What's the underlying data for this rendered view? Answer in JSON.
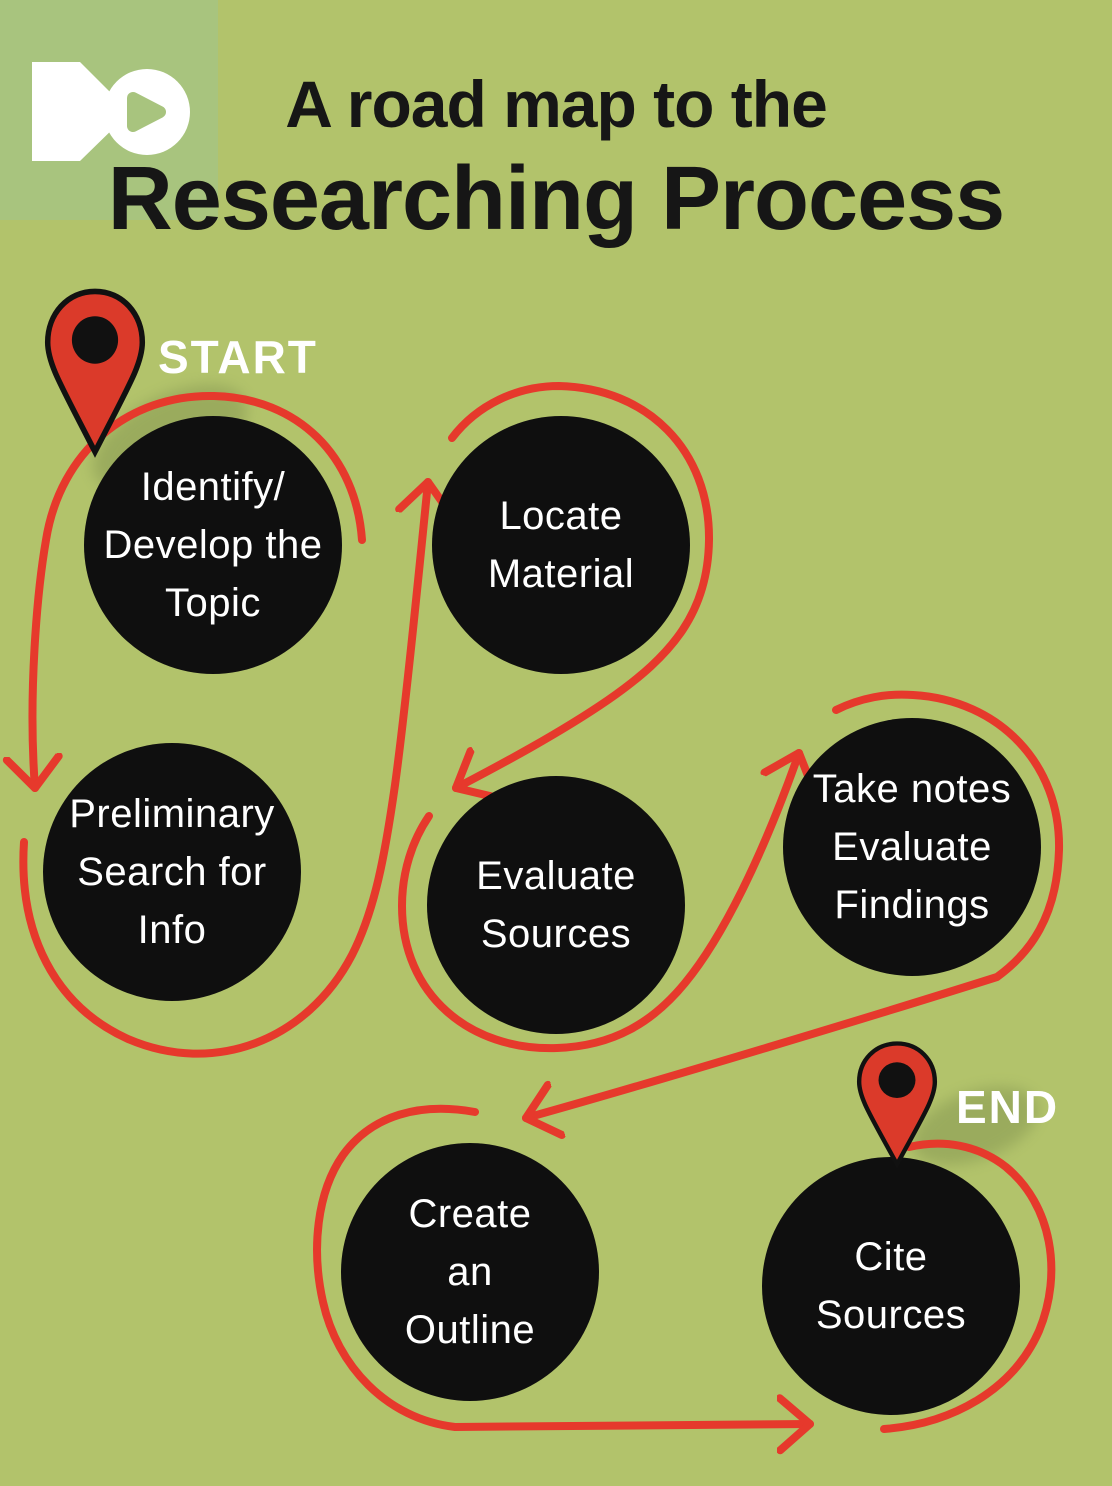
{
  "header": {
    "title_line1": "A road map to the",
    "title_line2": "Researching Process"
  },
  "map": {
    "start_label": "START",
    "end_label": "END",
    "steps": [
      {
        "id": "identify-develop-topic",
        "lines": [
          "Identify/",
          "Develop the",
          "Topic"
        ]
      },
      {
        "id": "locate-material",
        "lines": [
          "Locate",
          "Material"
        ]
      },
      {
        "id": "preliminary-search",
        "lines": [
          "Preliminary",
          "Search for",
          "Info"
        ]
      },
      {
        "id": "evaluate-sources",
        "lines": [
          "Evaluate",
          "Sources"
        ]
      },
      {
        "id": "take-notes-evaluate",
        "lines": [
          "Take notes",
          "Evaluate",
          "Findings"
        ]
      },
      {
        "id": "create-outline",
        "lines": [
          "Create",
          "an",
          "Outline"
        ]
      },
      {
        "id": "cite-sources",
        "lines": [
          "Cite",
          "Sources"
        ]
      }
    ]
  },
  "colors": {
    "background": "#b2c36b",
    "panel": "#a8c47e",
    "circle": "#0f0f0f",
    "path_red": "#e6392c",
    "pin_red": "#db3a2a",
    "text_light": "#ffffff",
    "title_dark": "#161616",
    "shadow": "#7e8f4e"
  }
}
